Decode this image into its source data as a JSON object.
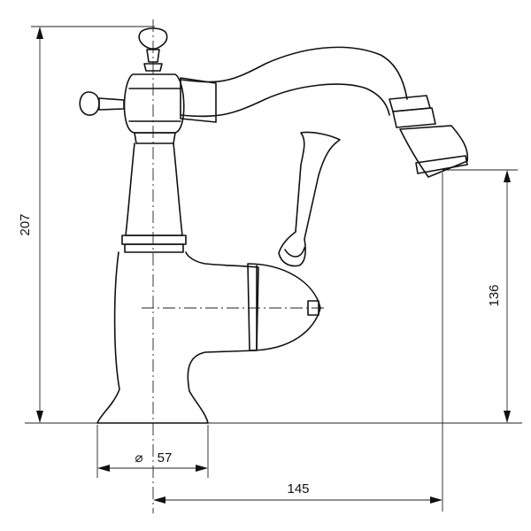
{
  "dimensions": {
    "total_height": "207",
    "spout_height": "136",
    "base_diameter_symbol": "⌀",
    "base_diameter": "57",
    "spout_reach": "145"
  }
}
